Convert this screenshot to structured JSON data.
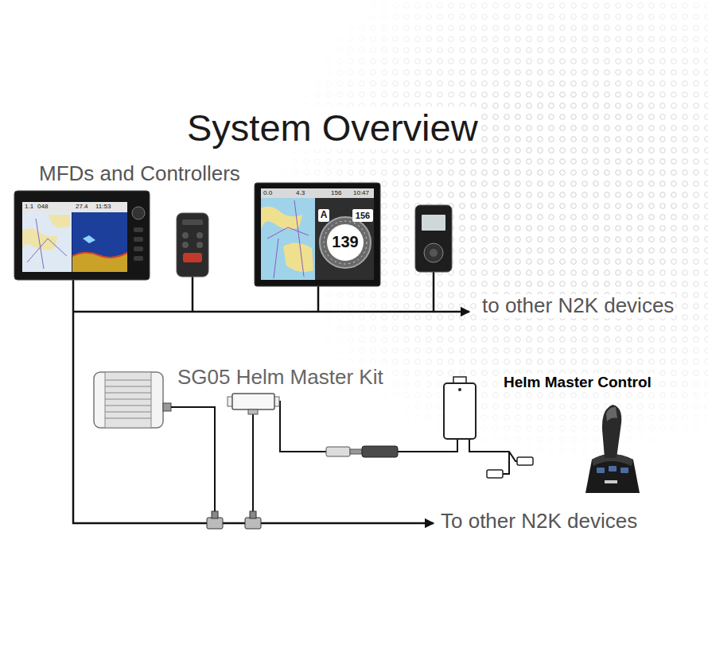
{
  "diagram": {
    "title": "System Overview",
    "nodes": [
      {
        "text": [
          "SG05 Helm Master Kit"
        ]
      },
      {
        "text": [
          "Helm Master Control"
        ]
      }
    ],
    "labels": [
      "MFDs and Controllers",
      "1.1",
      "048",
      "27.4",
      "11:53",
      "0.0",
      "4.3",
      "156",
      "10:47",
      "A",
      "156",
      "139",
      "to other N2K devices",
      "To other N2K devices"
    ]
  }
}
